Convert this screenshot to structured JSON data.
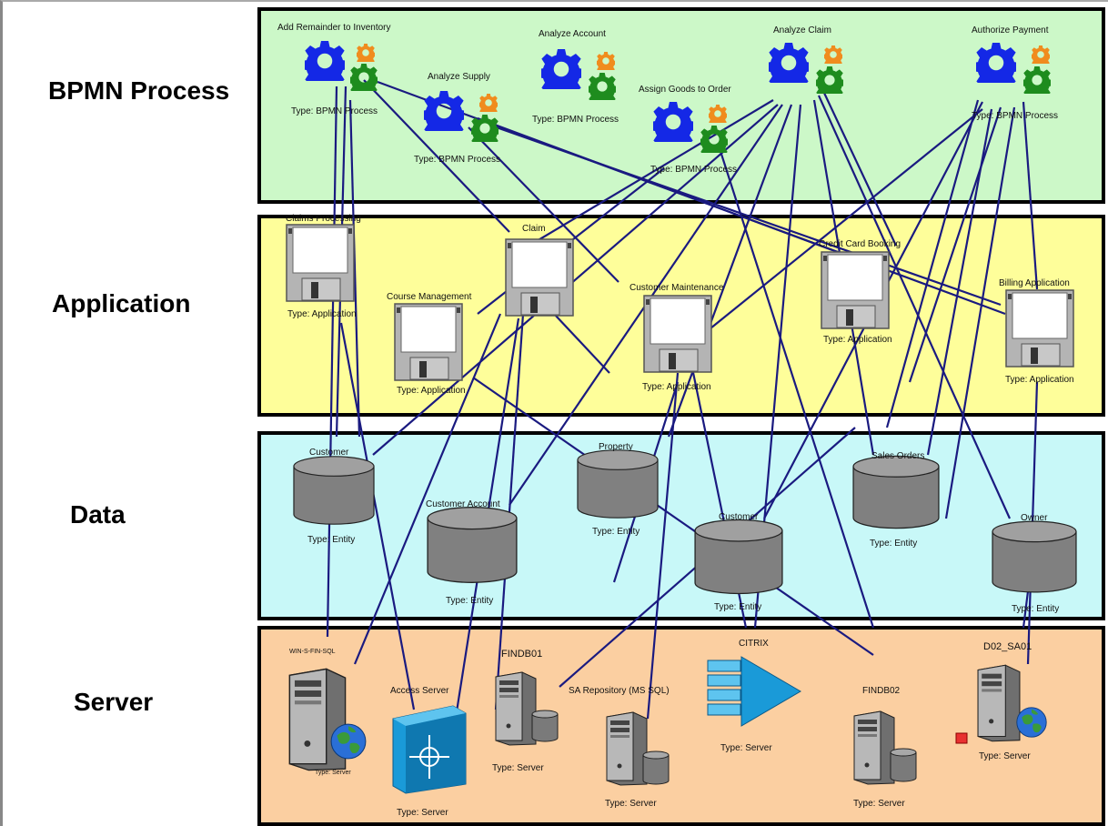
{
  "lanes": {
    "bpmn": "BPMN Process",
    "application": "Application",
    "data": "Data",
    "server": "Server"
  },
  "processes": [
    {
      "name": "Add Remainder to Inventory",
      "type": "Type: BPMN Process"
    },
    {
      "name": "Analyze Supply",
      "type": "Type: BPMN Process"
    },
    {
      "name": "Analyze Account",
      "type": "Type: BPMN Process"
    },
    {
      "name": "Assign Goods to Order",
      "type": "Type: BPMN Process"
    },
    {
      "name": "Analyze Claim",
      "type": ""
    },
    {
      "name": "Authorize Payment",
      "type": "Type: BPMN Process"
    }
  ],
  "applications": [
    {
      "name": "Claims Processing",
      "type": "Type: Application"
    },
    {
      "name": "Course Management",
      "type": "Type: Application"
    },
    {
      "name": "Claim",
      "type": ""
    },
    {
      "name": "Customer Maintenance",
      "type": "Type: Application"
    },
    {
      "name": "Credit Card Booking",
      "type": "Type: Application"
    },
    {
      "name": "Billing Application",
      "type": "Type: Application"
    }
  ],
  "entities": [
    {
      "name": "Customer",
      "type": "Type: Entity"
    },
    {
      "name": "Customer Account",
      "type": "Type: Entity"
    },
    {
      "name": "Property",
      "type": "Type: Entity"
    },
    {
      "name": "Customer",
      "type": "Type: Entity"
    },
    {
      "name": "Sales Orders",
      "type": "Type: Entity"
    },
    {
      "name": "Owner",
      "type": "Type: Entity"
    }
  ],
  "servers": [
    {
      "name": "WIN-S-FIN-SQL",
      "type": "Type: Server"
    },
    {
      "name": "Access Server",
      "type": "Type: Server"
    },
    {
      "name": "FINDB01",
      "type": "Type: Server"
    },
    {
      "name": "SA Repository (MS SQL)",
      "type": "Type: Server"
    },
    {
      "name": "CITRIX",
      "type": "Type: Server"
    },
    {
      "name": "FINDB02",
      "type": "Type: Server"
    },
    {
      "name": "D02_SA01",
      "type": "Type: Server"
    }
  ],
  "colors": {
    "bpmn_lane": "#ccf8c8",
    "application_lane": "#fefe9a",
    "data_lane": "#c8f8f8",
    "server_lane": "#fbcfa1",
    "connector": "#1a1a80",
    "gear_blue": "#1428e6",
    "gear_orange": "#f08c1e",
    "gear_green": "#1e8c1e"
  },
  "icons": {
    "process": "gears-icon",
    "application": "floppy-disk-icon",
    "entity": "database-cylinder-icon",
    "server": "server-tower-icon",
    "router": "router-icon",
    "citrix": "citrix-arrow-icon",
    "globe": "globe-icon"
  }
}
